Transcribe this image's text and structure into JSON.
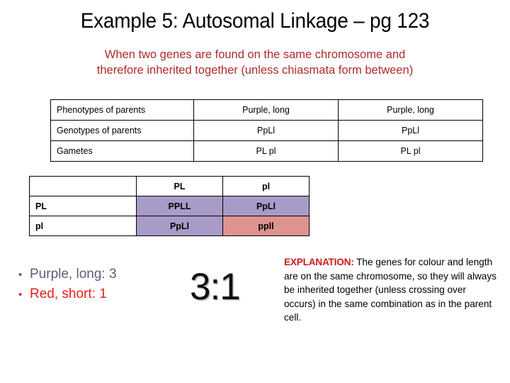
{
  "slide": {
    "title": "Example 5: Autosomal Linkage – pg 123",
    "subtitle_line1": "When two genes are found on the same chromosome and",
    "subtitle_line2": "therefore inherited together (unless chiasmata form between)"
  },
  "parents_table": {
    "rows": [
      {
        "label": "Phenotypes of parents",
        "parent1": "Purple, long",
        "parent2": "Purple, long"
      },
      {
        "label": "Genotypes of parents",
        "parent1": "PpLl",
        "parent2": "PpLl"
      },
      {
        "label": "Gametes",
        "parent1": "PL pl",
        "parent2": "PL pl"
      }
    ]
  },
  "punnett": {
    "corner": "",
    "col_headers": [
      "PL",
      "pl"
    ],
    "row_headers": [
      "PL",
      "pl"
    ],
    "cells": [
      [
        "PPLL",
        "PpLl"
      ],
      [
        "PpLl",
        "ppll"
      ]
    ],
    "colors": {
      "purple": "#A99BC8",
      "salmon": "#DD9390"
    }
  },
  "ratio": {
    "bullet_marker": "•",
    "bullet1": "Purple, long: 3",
    "bullet2": "Red, short: 1",
    "bullet1_color": "#5F5B7D",
    "bullet2_color": "#E8201A",
    "big_ratio": "3:1"
  },
  "explanation": {
    "heading": "EXPLANATION:",
    "heading_color": "#CC1A1A",
    "body": " The genes for colour and length are on the same chromosome, so they will always be inherited together (unless crossing over occurs) in the same combination as in the parent cell."
  }
}
